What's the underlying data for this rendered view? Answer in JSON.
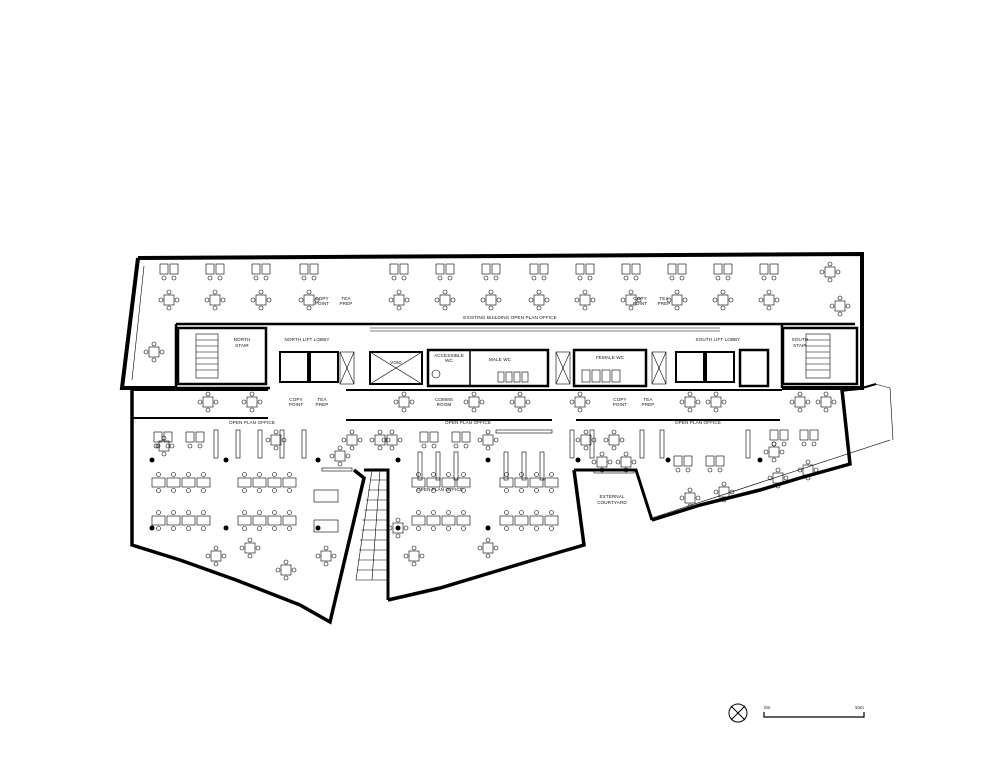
{
  "labels": {
    "existing_office": "EXISTING BUILDING OPEN PLAN OFFICE",
    "north_stair": [
      "NORTH",
      "STAIR"
    ],
    "north_lift_lobby": "NORTH LIFT LOBBY",
    "void": "VOID",
    "accessible_wc": [
      "ACCESSIBLE",
      "WC"
    ],
    "male_wc": "MALE WC",
    "female_wc": "FEMALE WC",
    "south_lift_lobby": "SOUTH LIFT LOBBY",
    "south_stair": [
      "SOUTH",
      "STAIR"
    ],
    "copy_point": [
      "COPY",
      "POINT"
    ],
    "tea_prep": [
      "TEA",
      "PREP"
    ],
    "comms_room": [
      "COMMS",
      "ROOM"
    ],
    "open_plan_office": "OPEN PLAN OFFICE",
    "external_courtyard": [
      "EXTERNAL",
      "COURTYARD"
    ]
  },
  "scale_bar": {
    "start_label": "0m",
    "end_label": "10m"
  },
  "icons": {
    "north_arrow": "north-arrow-icon"
  }
}
